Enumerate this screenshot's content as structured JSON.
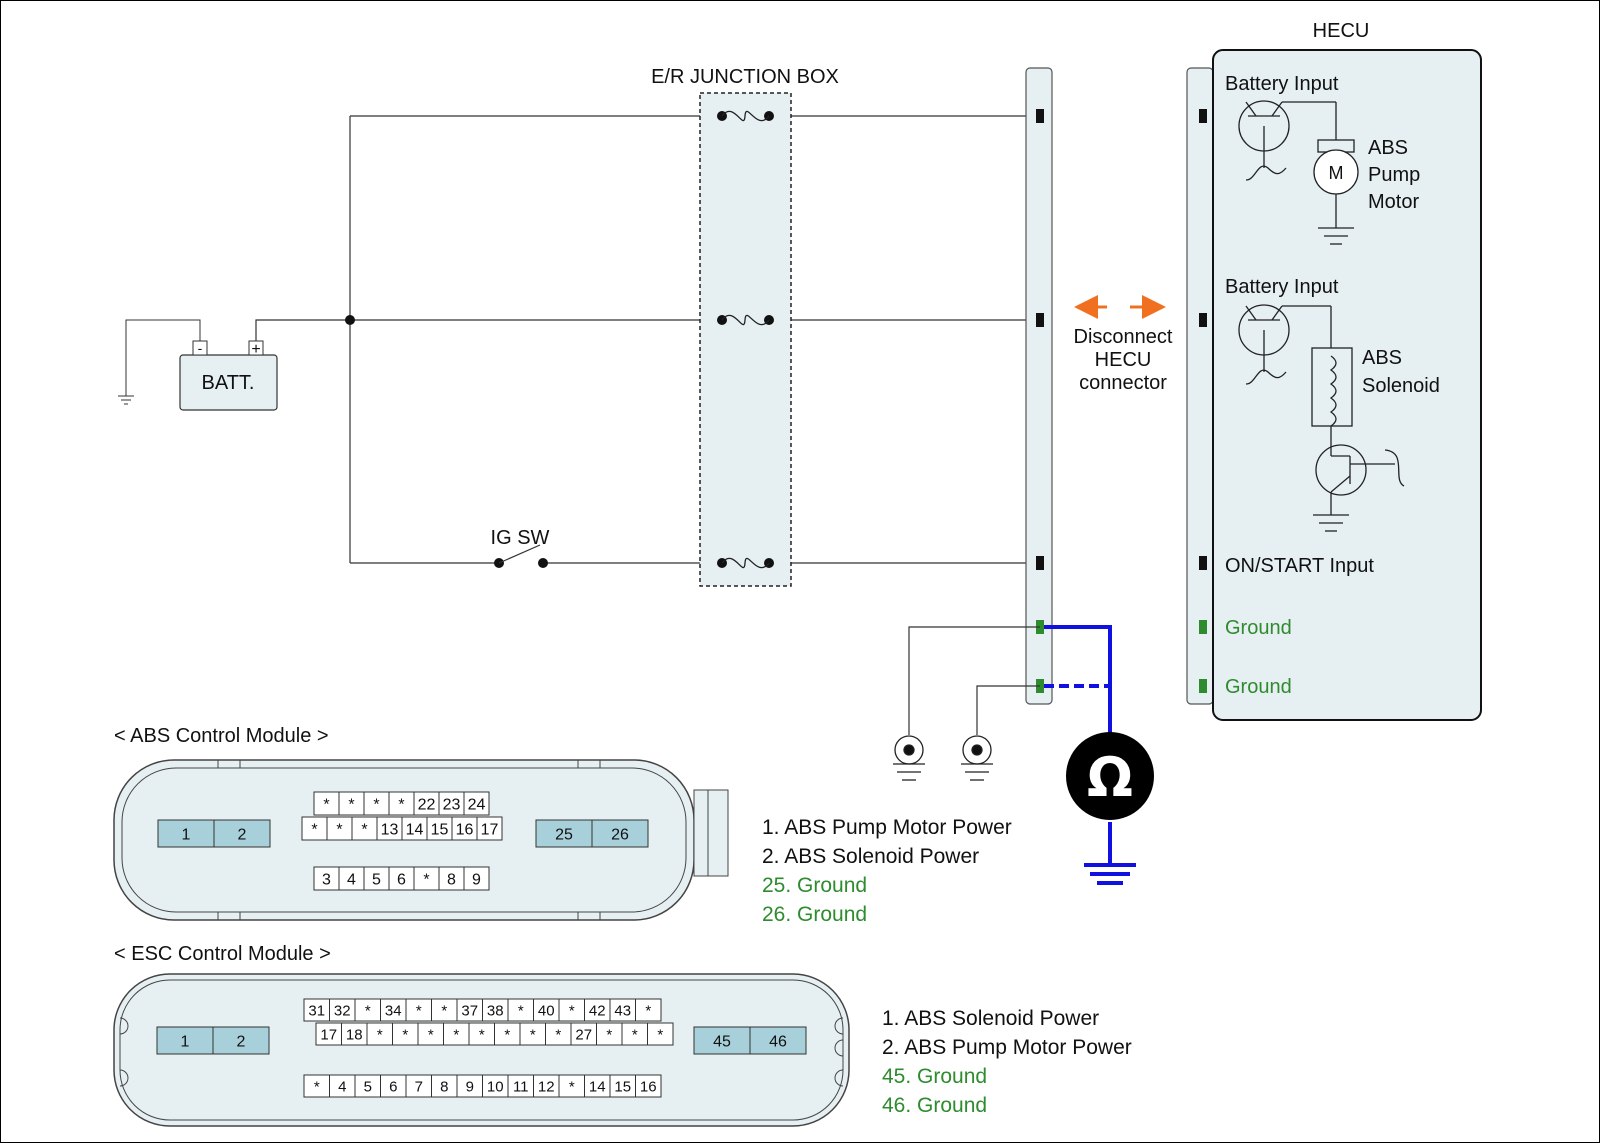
{
  "labels": {
    "junction_box": "E/R JUNCTION BOX",
    "hecu_title": "HECU",
    "battery": "BATT.",
    "batt_neg": "-",
    "batt_pos": "+",
    "ig_switch": "IG SW",
    "disconnect": [
      "Disconnect",
      "HECU",
      "connector"
    ],
    "motor_symbol": "M",
    "ohm_symbol": "Ω"
  },
  "hecu": {
    "battery_input_1": "Battery Input",
    "pump_motor": [
      "ABS",
      "Pump",
      "Motor"
    ],
    "battery_input_2": "Battery Input",
    "solenoid": [
      "ABS",
      "Solenoid"
    ],
    "on_start": "ON/START Input",
    "ground_1": "Ground",
    "ground_2": "Ground"
  },
  "abs_module": {
    "title": "< ABS Control Module >",
    "left_pins": [
      "1",
      "2"
    ],
    "right_pins": [
      "25",
      "26"
    ],
    "row1": [
      "*",
      "*",
      "*",
      "*",
      "22",
      "23",
      "24"
    ],
    "row2": [
      "*",
      "*",
      "*",
      "13",
      "14",
      "15",
      "16",
      "17"
    ],
    "row3": [
      "3",
      "4",
      "5",
      "6",
      "*",
      "8",
      "9"
    ],
    "legend": [
      {
        "text": "1. ABS Pump Motor Power",
        "color": "#111111"
      },
      {
        "text": "2. ABS Solenoid Power",
        "color": "#111111"
      },
      {
        "text": "25. Ground",
        "color": "#2e8b2e"
      },
      {
        "text": "26. Ground",
        "color": "#2e8b2e"
      }
    ]
  },
  "esc_module": {
    "title": "< ESC Control Module >",
    "left_pins": [
      "1",
      "2"
    ],
    "right_pins": [
      "45",
      "46"
    ],
    "row1": [
      "31",
      "32",
      "*",
      "34",
      "*",
      "*",
      "37",
      "38",
      "*",
      "40",
      "*",
      "42",
      "43",
      "*"
    ],
    "row2": [
      "17",
      "18",
      "*",
      "*",
      "*",
      "*",
      "*",
      "*",
      "*",
      "*",
      "27",
      "*",
      "*",
      "*"
    ],
    "row3": [
      "*",
      "4",
      "5",
      "6",
      "7",
      "8",
      "9",
      "10",
      "11",
      "12",
      "*",
      "14",
      "15",
      "16"
    ],
    "legend": [
      {
        "text": "1. ABS Solenoid Power",
        "color": "#111111"
      },
      {
        "text": "2. ABS Pump Motor Power",
        "color": "#111111"
      },
      {
        "text": "45. Ground",
        "color": "#2e8b2e"
      },
      {
        "text": "46. Ground",
        "color": "#2e8b2e"
      }
    ]
  },
  "colors": {
    "panel_fill": "#e6eff1",
    "pin_fill": "#a8d0da",
    "meter_wire": "#1010e0",
    "arrow": "#f07020",
    "ground_text": "#2e8b2e"
  }
}
